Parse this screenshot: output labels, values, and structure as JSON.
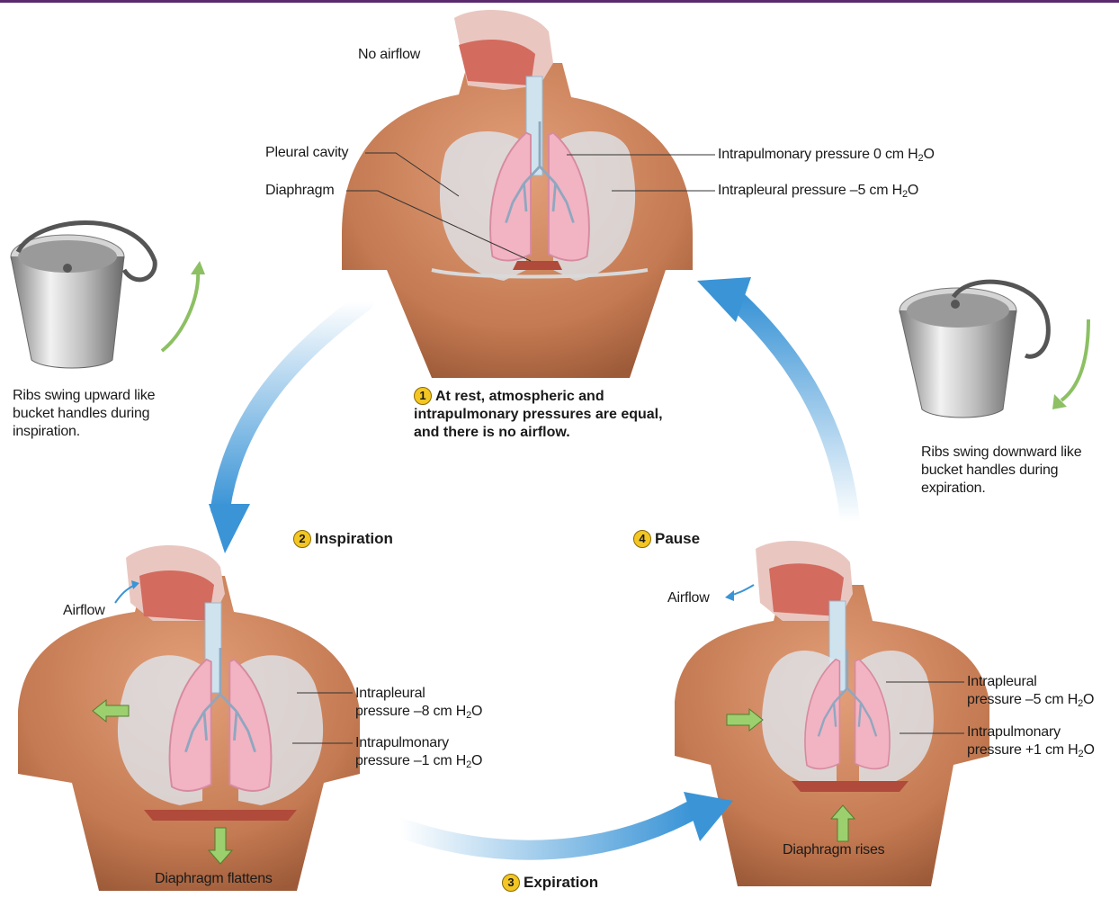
{
  "top": {
    "no_airflow": "No airflow",
    "pleural_cavity": "Pleural cavity",
    "diaphragm": "Diaphragm",
    "intrapulmonary_pre": "Intrapulmonary pressure 0 cm H",
    "intrapleural_pre": "Intrapleural pressure –5 cm H",
    "sub": "2",
    "post": "O"
  },
  "step1": {
    "num": "1",
    "text": "At rest, atmospheric and intrapulmonary pressures are equal, and there is no airflow."
  },
  "step2": {
    "num": "2",
    "text": "Inspiration"
  },
  "step3": {
    "num": "3",
    "text": "Expiration"
  },
  "step4": {
    "num": "4",
    "text": "Pause"
  },
  "bucket_left": {
    "text": "Ribs swing upward like bucket handles during inspiration."
  },
  "bucket_right": {
    "text": "Ribs swing downward like bucket handles during expiration."
  },
  "left_figure": {
    "airflow": "Airflow",
    "intrapleural_l1": "Intrapleural",
    "intrapleural_l2": "pressure –8 cm H",
    "intrapulmonary_l1": "Intrapulmonary",
    "intrapulmonary_l2": "pressure –1 cm H",
    "diaphragm": "Diaphragm flattens",
    "sub": "2",
    "post": "O"
  },
  "right_figure": {
    "airflow": "Airflow",
    "intrapleural_l1": "Intrapleural",
    "intrapleural_l2": "pressure –5 cm H",
    "intrapulmonary_l1": "Intrapulmonary",
    "intrapulmonary_l2": "pressure +1 cm H",
    "diaphragm": "Diaphragm rises",
    "sub": "2",
    "post": "O"
  },
  "colors": {
    "skin": "#c8805a",
    "lung": "#f2b3c3",
    "arrow_blue": "#3b9ad8",
    "arrow_green": "#8cc063",
    "badge": "#f3c623"
  }
}
